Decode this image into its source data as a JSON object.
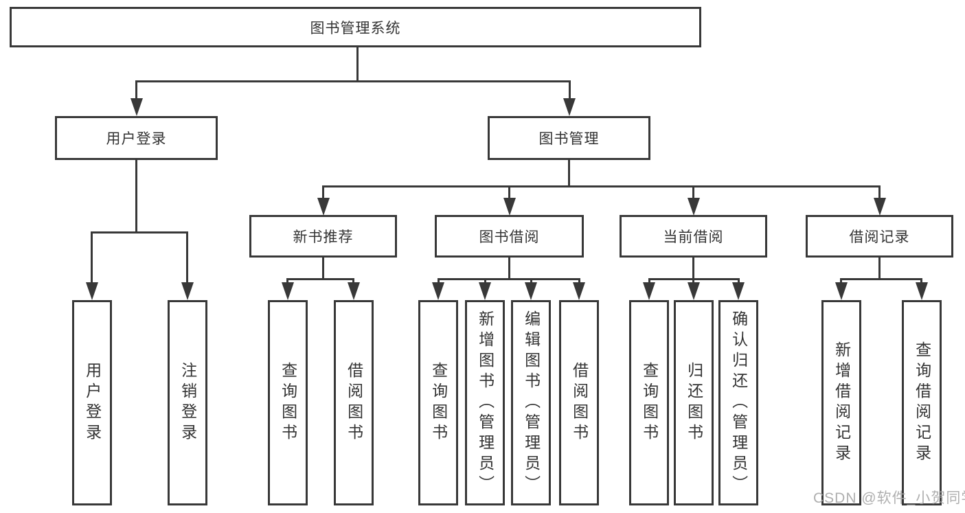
{
  "colors": {
    "line": "#383838",
    "text": "#333333",
    "background": "#ffffff",
    "watermark_gray": "#a8a8a8"
  },
  "nodes": {
    "root": "图书管理系统",
    "user_login": "用户登录",
    "book_mgmt": "图书管理",
    "new_book_rec": "新书推荐",
    "book_borrow": "图书借阅",
    "current_borrow": "当前借阅",
    "borrow_records": "借阅记录",
    "leaf_user_login": "用户登录",
    "leaf_logout": "注销登录",
    "leaf_query_book_under_rec": "查询图书",
    "leaf_borrow_book_under_rec": "借阅图书",
    "leaf_query_book_under_borrow": "查询图书",
    "leaf_add_book_admin": "新增图书（管理员）",
    "leaf_edit_book_admin": "编辑图书（管理员）",
    "leaf_borrow_book_under_borrow": "借阅图书",
    "leaf_query_book_under_current": "查询图书",
    "leaf_return_book": "归还图书",
    "leaf_confirm_return_admin": "确认归还（管理员）",
    "leaf_add_borrow_record": "新增借阅记录",
    "leaf_query_borrow_record": "查询借阅记录"
  },
  "watermark": {
    "text": "CSDN @软件_小贺同学"
  }
}
